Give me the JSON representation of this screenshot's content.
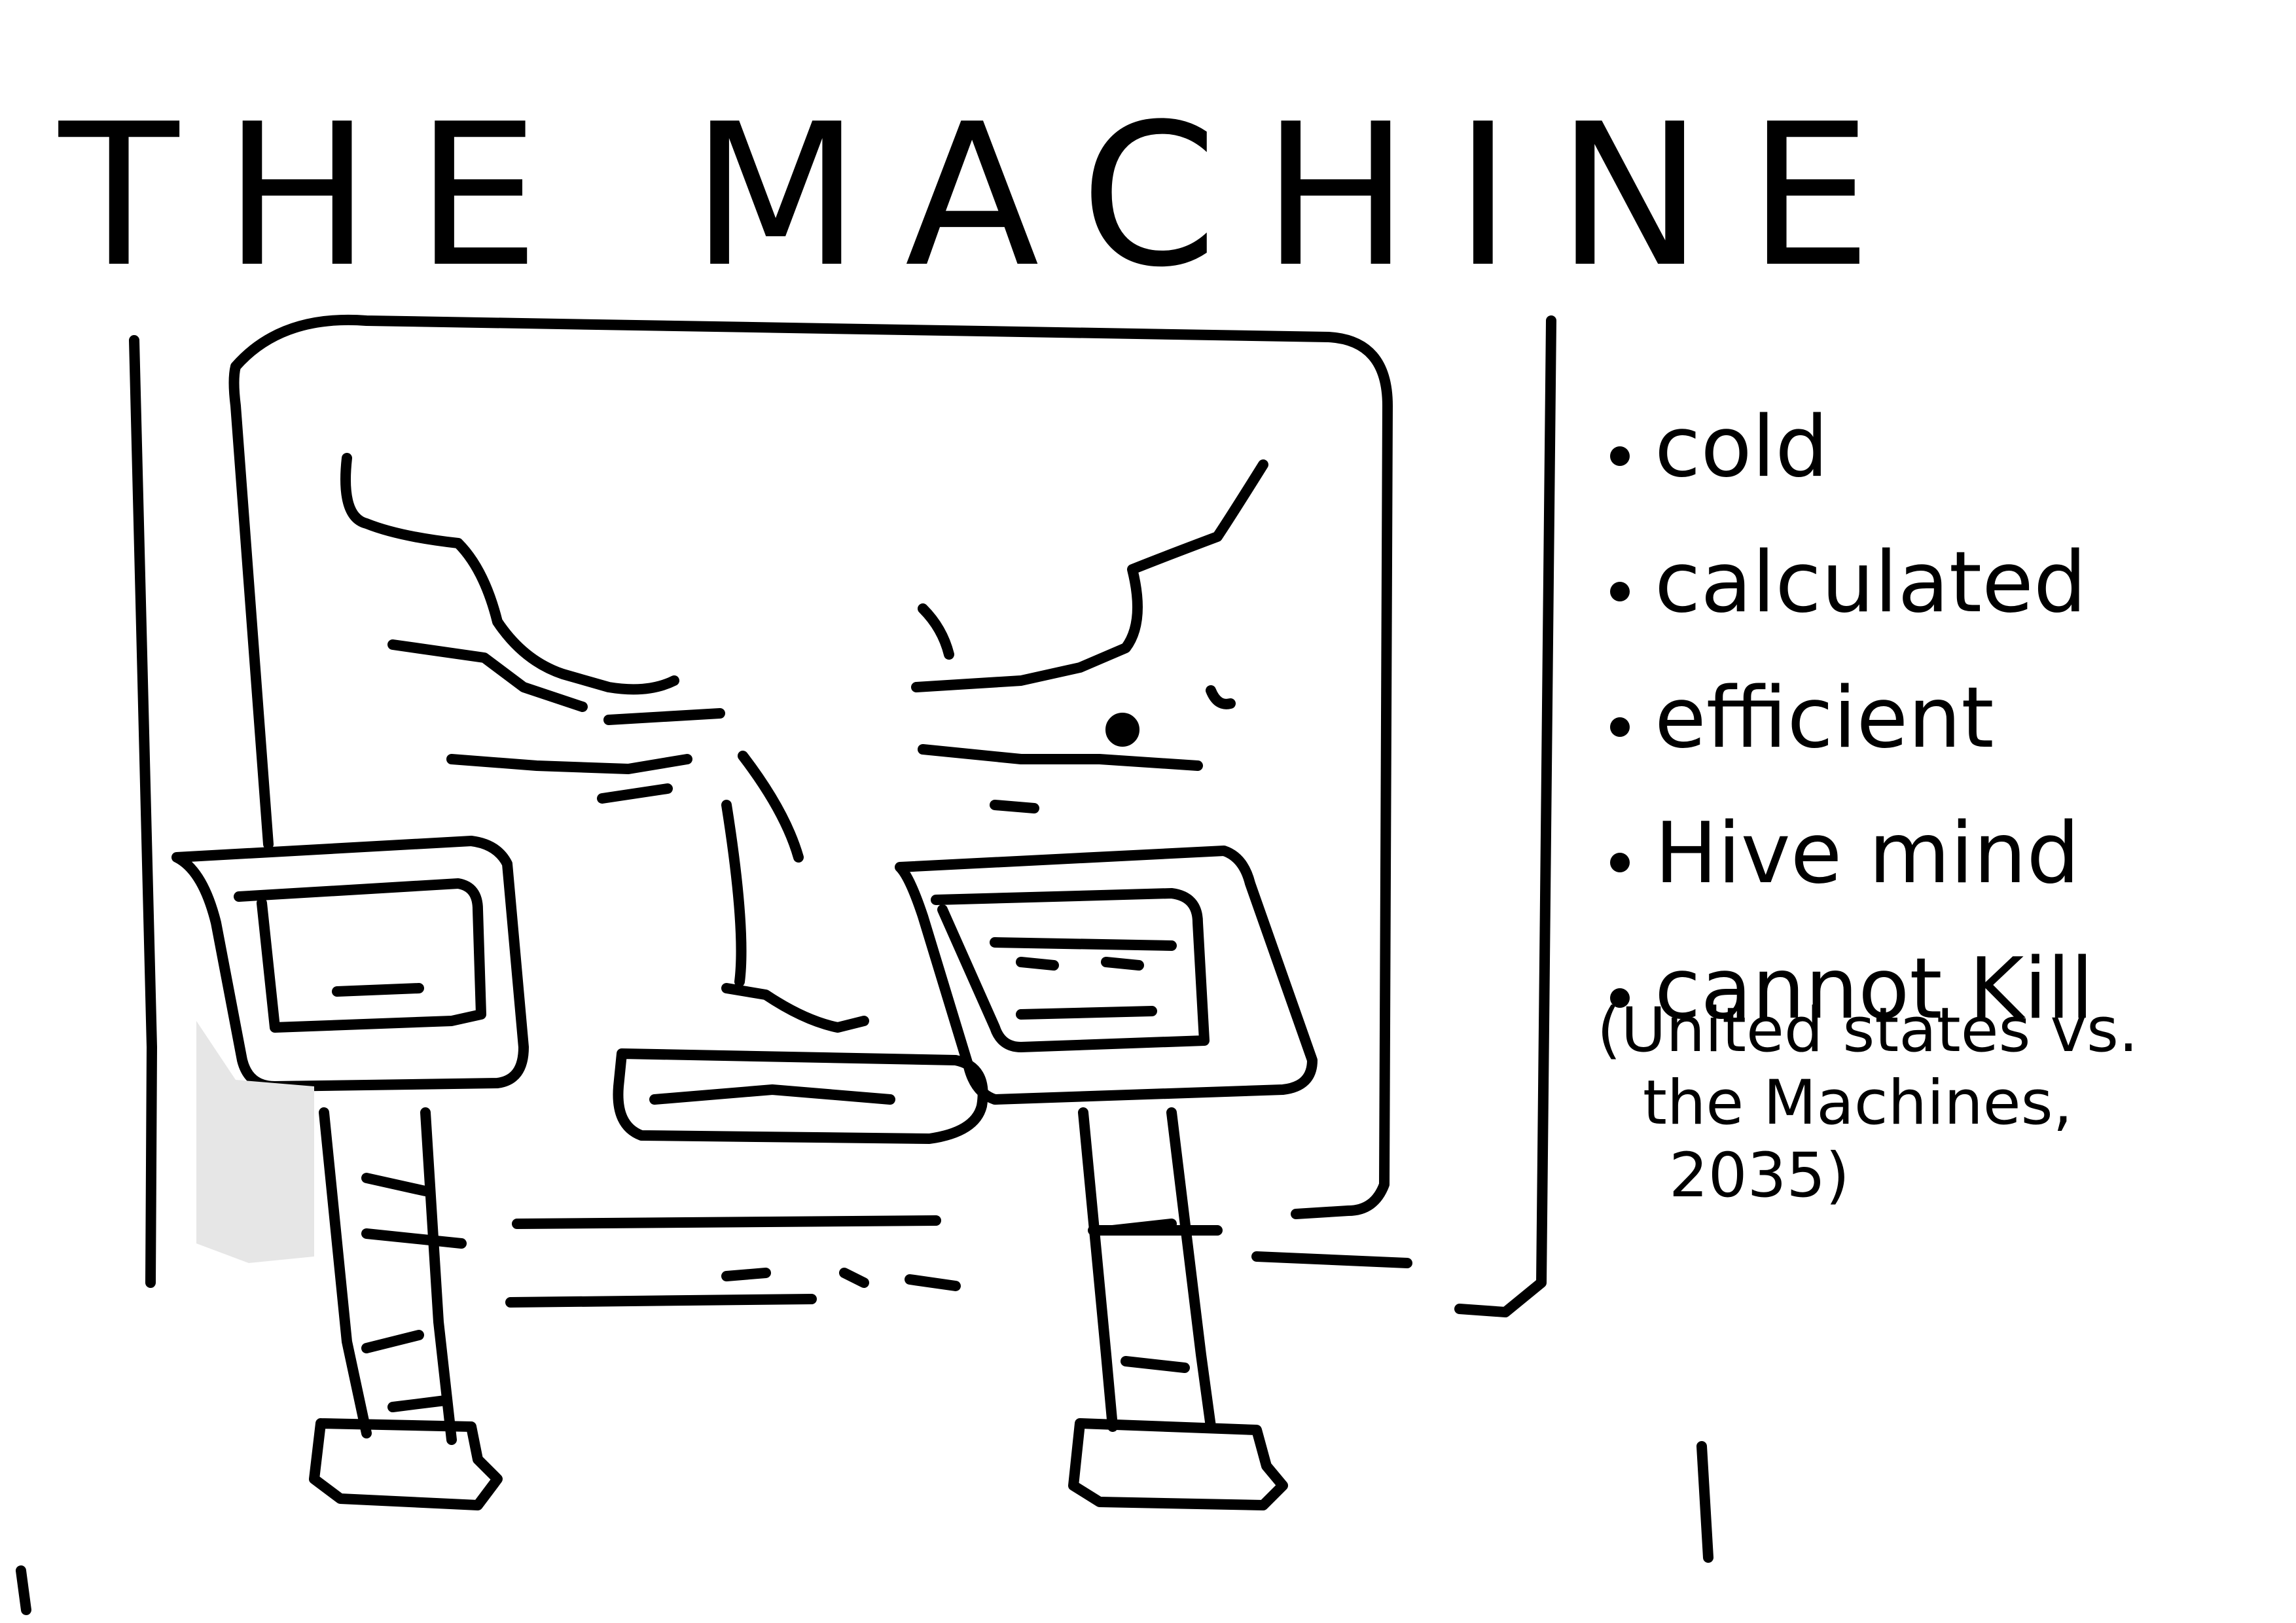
{
  "title": "THE MACHINE",
  "traits": [
    "cold",
    "calculated",
    "efficient",
    "Hive mind",
    "cannot Kill"
  ],
  "citation": {
    "line1": "(United states vs.",
    "line2": "the Machines,",
    "line3": "2035)"
  },
  "colors": {
    "ink": "#000000",
    "paper": "#ffffff",
    "shadow": "#e6e6e6"
  }
}
